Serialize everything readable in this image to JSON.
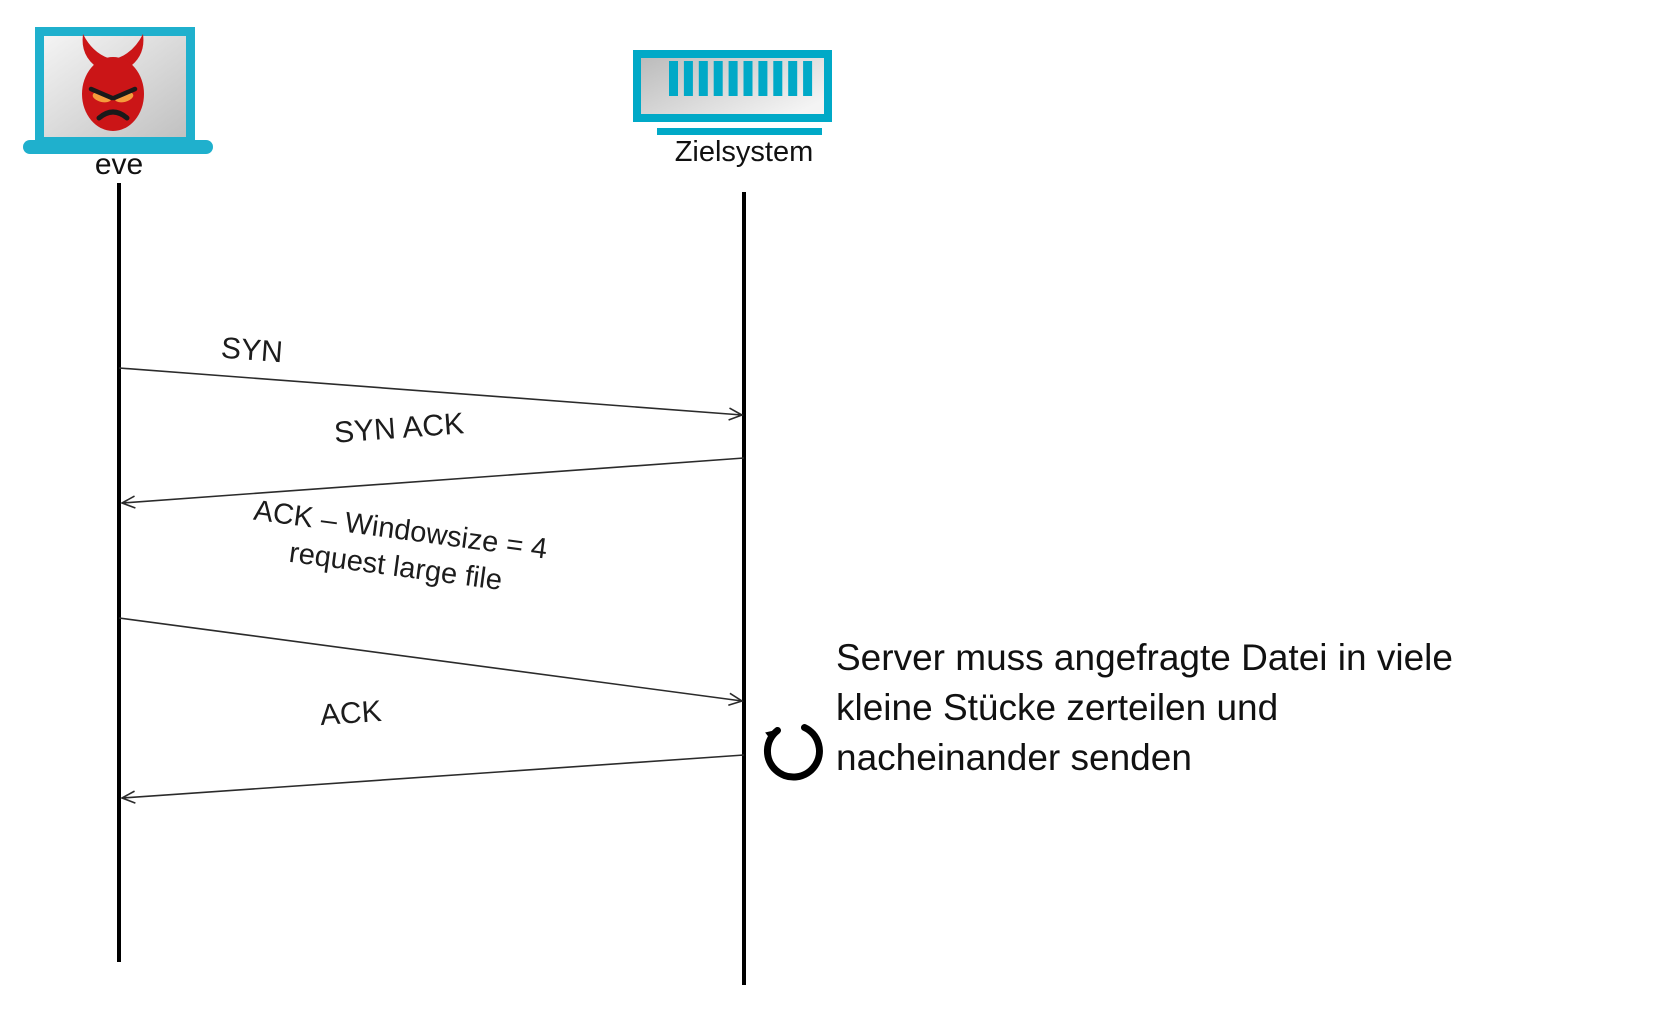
{
  "diagram": {
    "actors": [
      {
        "id": "eve",
        "label": "eve",
        "icon": "devil-laptop-icon"
      },
      {
        "id": "zielsystem",
        "label": "Zielsystem",
        "icon": "server-icon"
      }
    ],
    "messages": [
      {
        "from": "eve",
        "to": "zielsystem",
        "label": "SYN"
      },
      {
        "from": "zielsystem",
        "to": "eve",
        "label": "SYN ACK"
      },
      {
        "from": "eve",
        "to": "zielsystem",
        "label": "ACK – Windowsize = 4",
        "label2": "request large file"
      },
      {
        "from": "zielsystem",
        "to": "eve",
        "label": "ACK"
      }
    ],
    "annotation": {
      "icon": "refresh-icon",
      "lines": [
        "Server muss angefragte Datei in viele",
        "kleine Stücke zerteilen und",
        "nacheinander senden"
      ]
    },
    "colors": {
      "accent_teal": "#00a9c7",
      "laptop_teal": "#1fb0cd",
      "devil_red": "#cb1517",
      "devil_eyes_orange": "#f59c3c",
      "line_black": "#000000"
    }
  }
}
